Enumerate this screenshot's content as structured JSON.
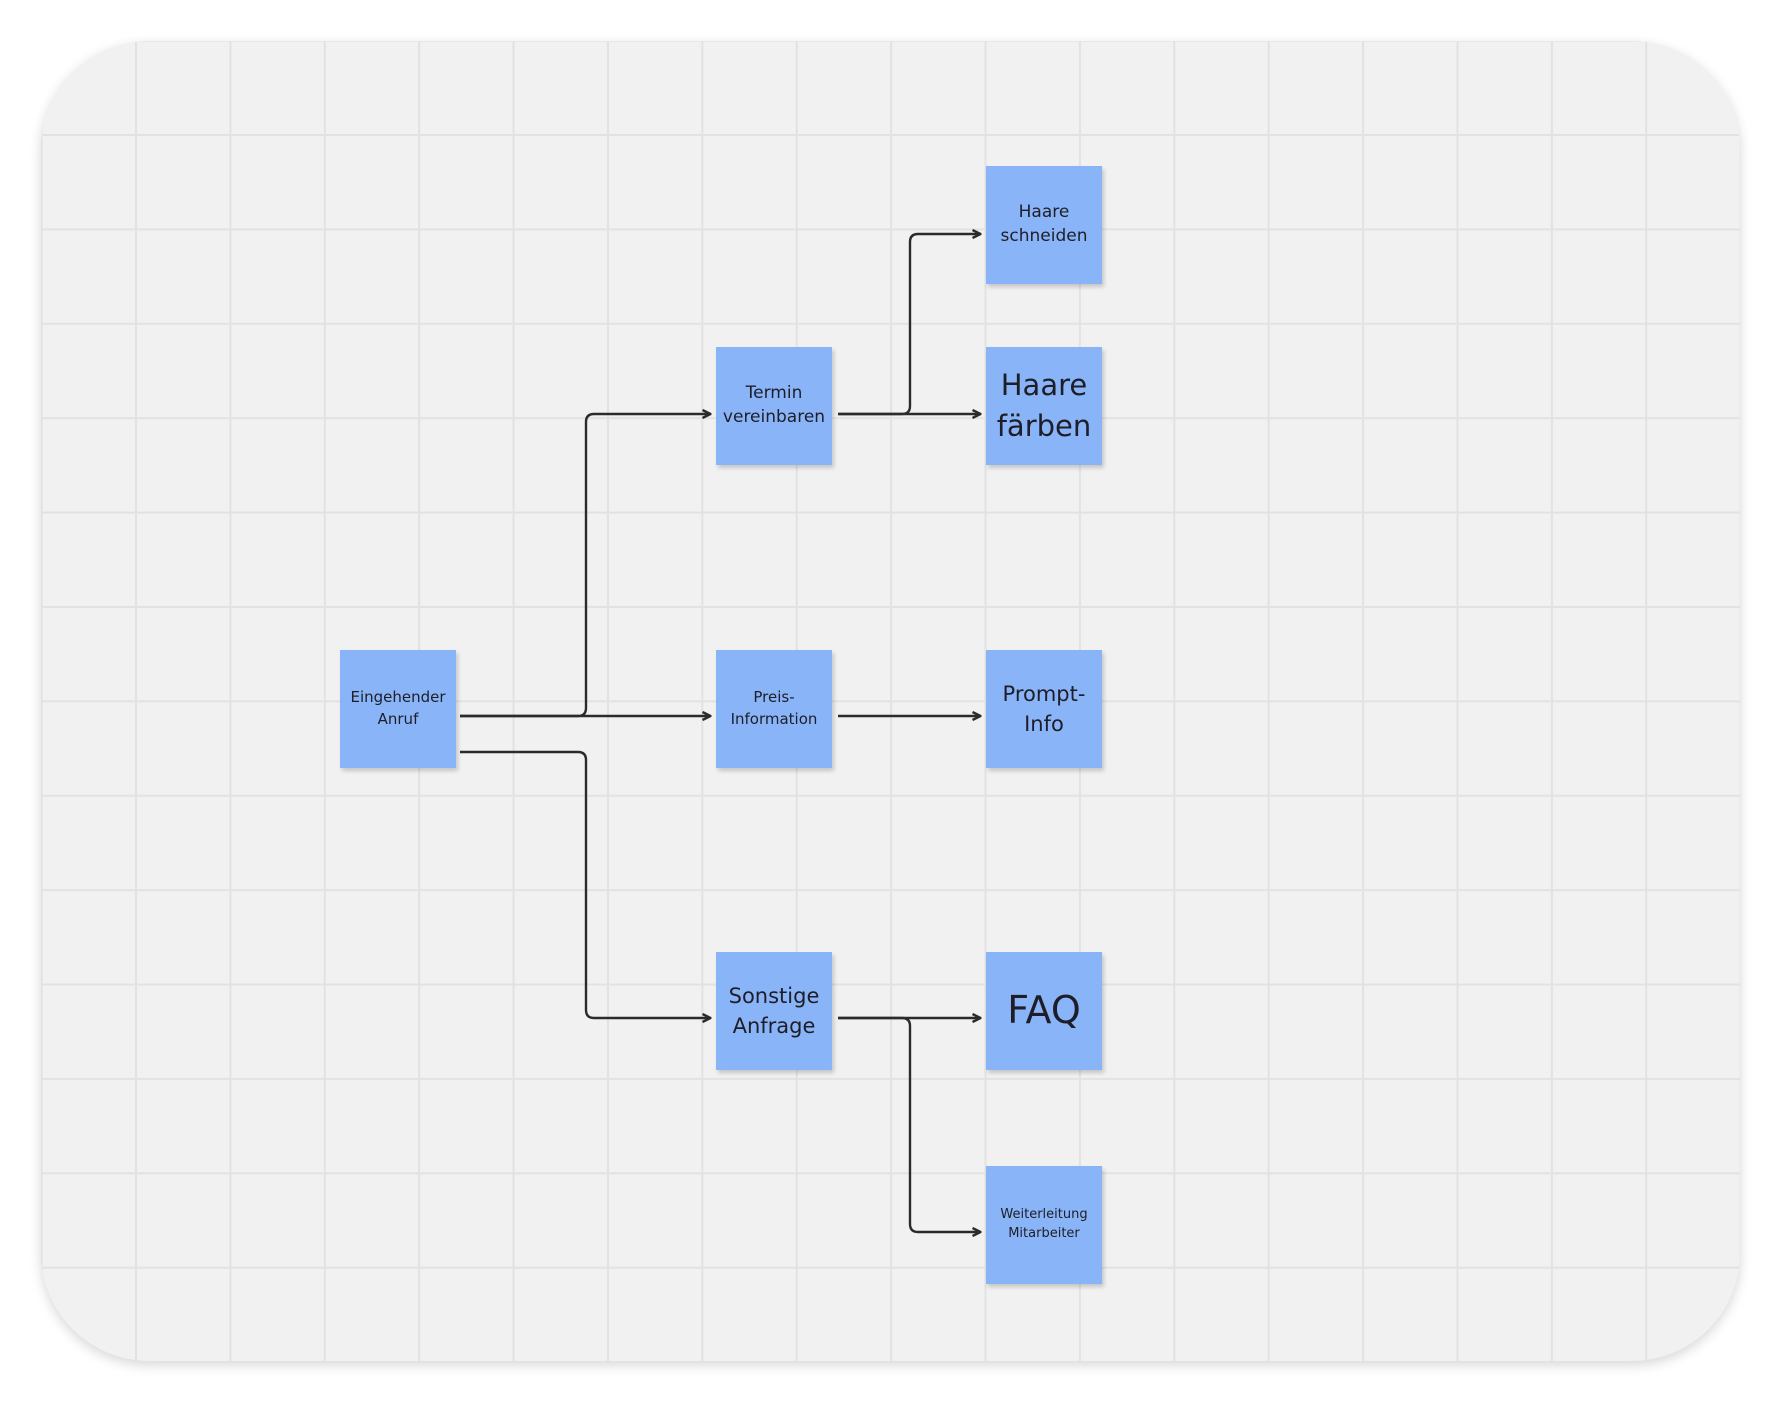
{
  "diagram": {
    "notes": {
      "incoming_call": "Eingehender\nAnruf",
      "appointment": "Termin\nvereinbaren",
      "price_info": "Preis-\nInformation",
      "other_request": "Sonstige\nAnfrage",
      "haircut": "Haare\nschneiden",
      "hair_color": "Haare\nfärben",
      "prompt_info": "Prompt-\nInfo",
      "faq": "FAQ",
      "forward_staff": "Weiterleitung\nMitarbeiter"
    },
    "edges": [
      {
        "from": "incoming_call",
        "to": "appointment"
      },
      {
        "from": "incoming_call",
        "to": "price_info"
      },
      {
        "from": "incoming_call",
        "to": "other_request"
      },
      {
        "from": "appointment",
        "to": "haircut"
      },
      {
        "from": "appointment",
        "to": "hair_color"
      },
      {
        "from": "price_info",
        "to": "prompt_info"
      },
      {
        "from": "other_request",
        "to": "faq"
      },
      {
        "from": "other_request",
        "to": "forward_staff"
      }
    ],
    "colors": {
      "note_fill": "#8ab4f8",
      "connector": "#2b2b2b",
      "canvas": "#f1f1f1",
      "grid": "#e2e2e2"
    }
  }
}
